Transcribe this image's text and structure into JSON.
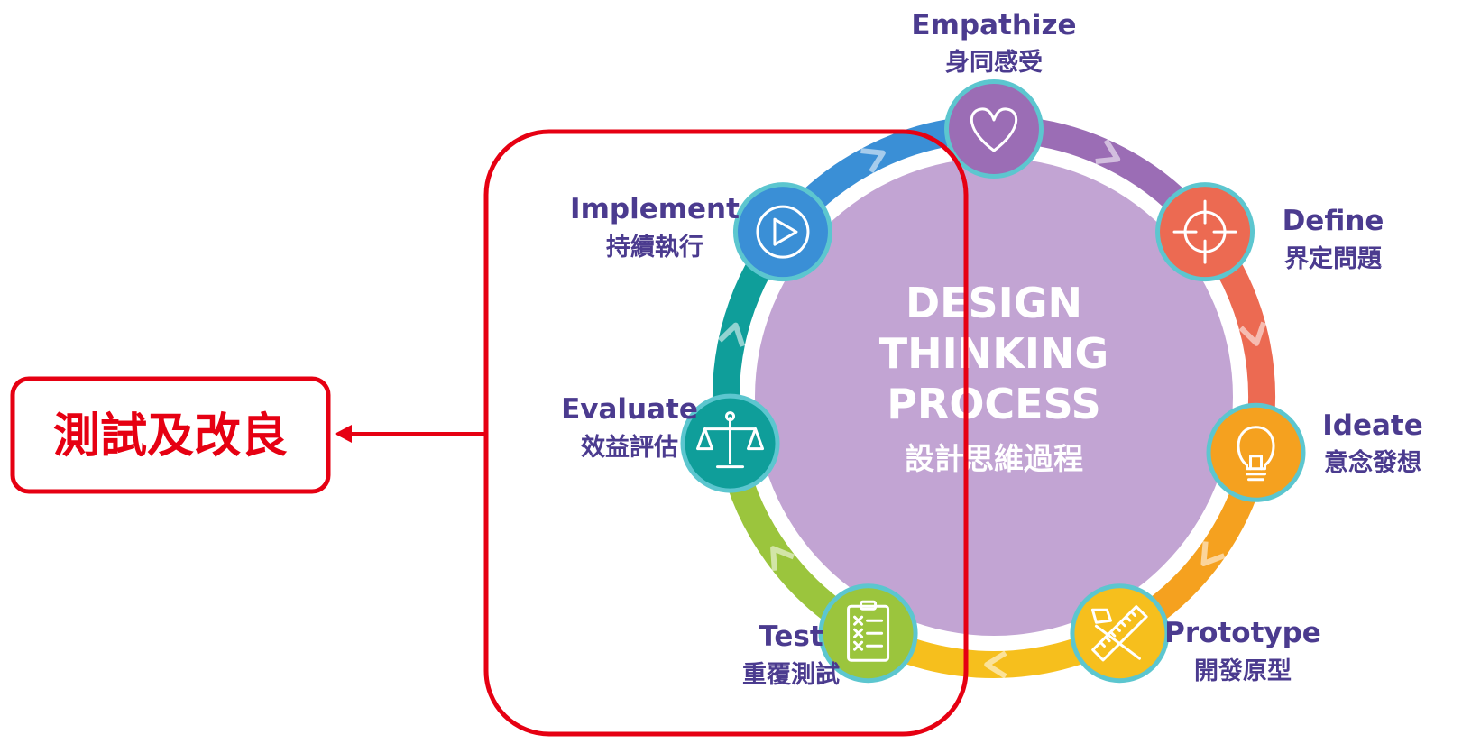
{
  "center": {
    "title_lines": [
      "DESIGN",
      "THINKING",
      "PROCESS"
    ],
    "subtitle": "設計思維過程"
  },
  "stages": [
    {
      "id": "empathize",
      "en": "Empathize",
      "zh": "身同感受",
      "color": "#9b6db5",
      "icon": "heart-icon"
    },
    {
      "id": "define",
      "en": "Define",
      "zh": "界定問題",
      "color": "#ec6a52",
      "icon": "crosshair-icon"
    },
    {
      "id": "ideate",
      "en": "Ideate",
      "zh": "意念發想",
      "color": "#f5a11f",
      "icon": "lightbulb-icon"
    },
    {
      "id": "prototype",
      "en": "Prototype",
      "zh": "開發原型",
      "color": "#f6bf1d",
      "icon": "ruler-hammer-icon"
    },
    {
      "id": "test",
      "en": "Test",
      "zh": "重覆測試",
      "color": "#9bc53d",
      "icon": "checklist-icon"
    },
    {
      "id": "evaluate",
      "en": "Evaluate",
      "zh": "效益評估",
      "color": "#0f9e9a",
      "icon": "scales-icon"
    },
    {
      "id": "implement",
      "en": "Implement",
      "zh": "持續執行",
      "color": "#3a8fd6",
      "icon": "play-icon"
    }
  ],
  "callout": {
    "text": "測試及改良",
    "color": "#e60012"
  },
  "colors": {
    "disc": "#c2a4d3",
    "label": "#4b3b8f",
    "badge_ring": "#5cc6cf"
  }
}
